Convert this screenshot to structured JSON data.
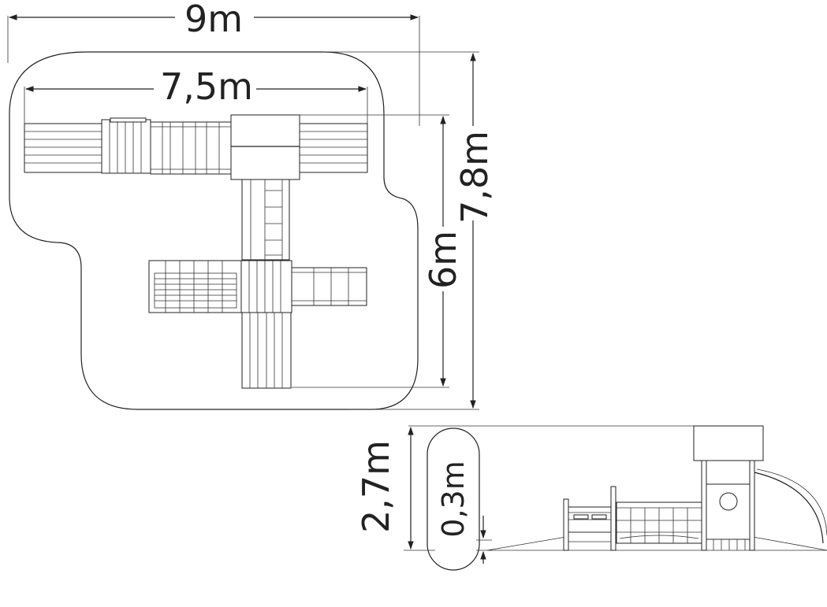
{
  "dimensions": {
    "overall_width": "9m",
    "structure_width": "7,5m",
    "overall_depth": "7,8m",
    "structure_depth": "6m",
    "height": "2,7m",
    "platform_height": "0,3m"
  },
  "colors": {
    "line": "#222222",
    "background": "#ffffff"
  }
}
